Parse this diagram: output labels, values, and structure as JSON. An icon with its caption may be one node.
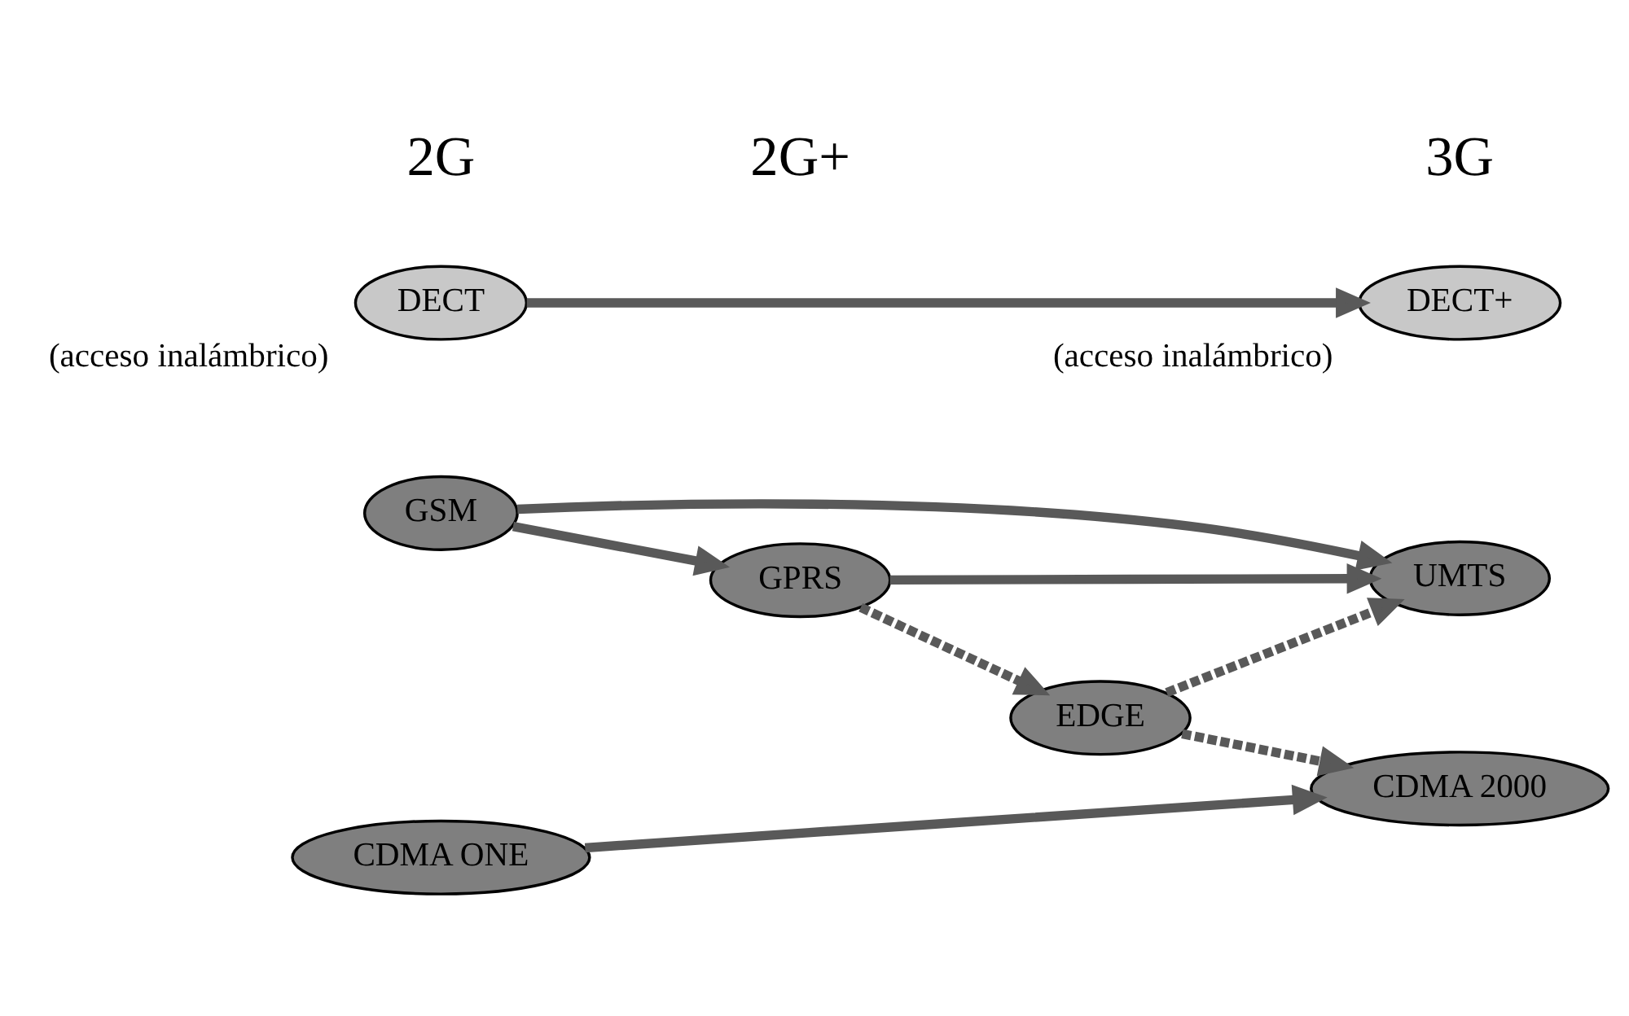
{
  "diagram": {
    "nodes": [
      {
        "text": [
          "GSM"
        ]
      },
      {
        "text": [
          "GPRS"
        ]
      },
      {
        "text": [
          "EDGE"
        ]
      },
      {
        "text": [
          "UMTS"
        ]
      },
      {
        "text": [
          "CDMA ONE"
        ]
      },
      {
        "text": [
          "CDMA 2000"
        ]
      },
      {
        "text": [
          "DECT"
        ],
        "beside": [
          "(acceso inalámbrico)"
        ]
      },
      {
        "text": [
          "DECT+"
        ],
        "beside": [
          "(acceso inalámbrico)"
        ]
      }
    ],
    "edges": [
      {
        "from": 0,
        "to": 3,
        "arrow": "to"
      },
      {
        "from": 0,
        "to": 1,
        "arrow": "to"
      },
      {
        "from": 1,
        "to": 3,
        "arrow": "to"
      },
      {
        "from": 1,
        "to": 2,
        "arrow": "to",
        "style": "dashed"
      },
      {
        "from": 2,
        "to": 3,
        "arrow": "to",
        "style": "dashed"
      },
      {
        "from": 2,
        "to": 5,
        "arrow": "to",
        "style": "dashed"
      },
      {
        "from": 4,
        "to": 5,
        "arrow": "to"
      },
      {
        "from": 6,
        "to": 7,
        "arrow": "to"
      }
    ],
    "labels": [
      "2G",
      "2G+",
      "3G"
    ]
  }
}
